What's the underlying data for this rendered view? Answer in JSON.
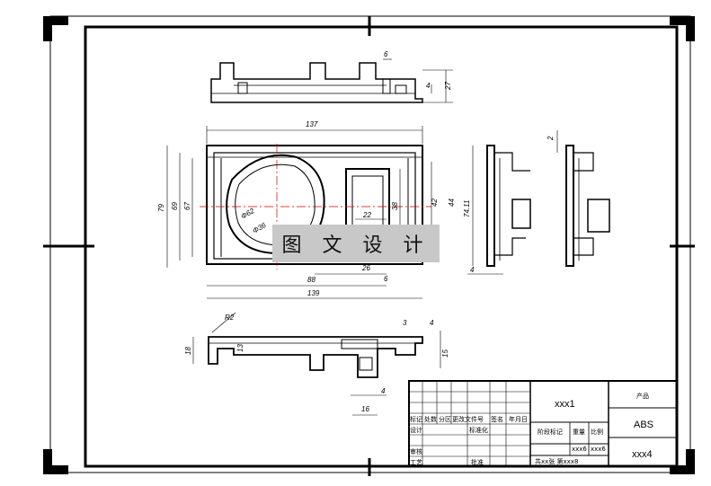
{
  "drawing": {
    "watermark": "图 文 设 计",
    "dims_top_view": [
      "6",
      "4",
      "27"
    ],
    "dims_main_view": [
      "137",
      "79",
      "69",
      "67",
      "Φ62",
      "Φ36",
      "22",
      "38",
      "42",
      "44",
      "74.11",
      "26",
      "6",
      "88",
      "139"
    ],
    "dims_side_view": [
      "2",
      "4"
    ],
    "dims_bottom_view": [
      "R2",
      "13",
      "18",
      "3",
      "4",
      "15",
      "4",
      "16"
    ]
  },
  "title_block": {
    "header_cells": [
      "标记",
      "处数",
      "分区",
      "更改文件号",
      "签名",
      "年月日"
    ],
    "row_design": "设计",
    "row_standard": "标准化",
    "row_review": "审核",
    "row_process": "工艺",
    "row_approve": "批准",
    "stage_mark": "阶段标记",
    "weight": "重量",
    "scale": "比例",
    "weight_value": "xxx6",
    "scale_value": "xxx6",
    "sheet_info": "共xx张 第xxx8",
    "part_name": "xxx1",
    "product_label": "产品",
    "material": "ABS",
    "drawing_no": "xxx4"
  }
}
